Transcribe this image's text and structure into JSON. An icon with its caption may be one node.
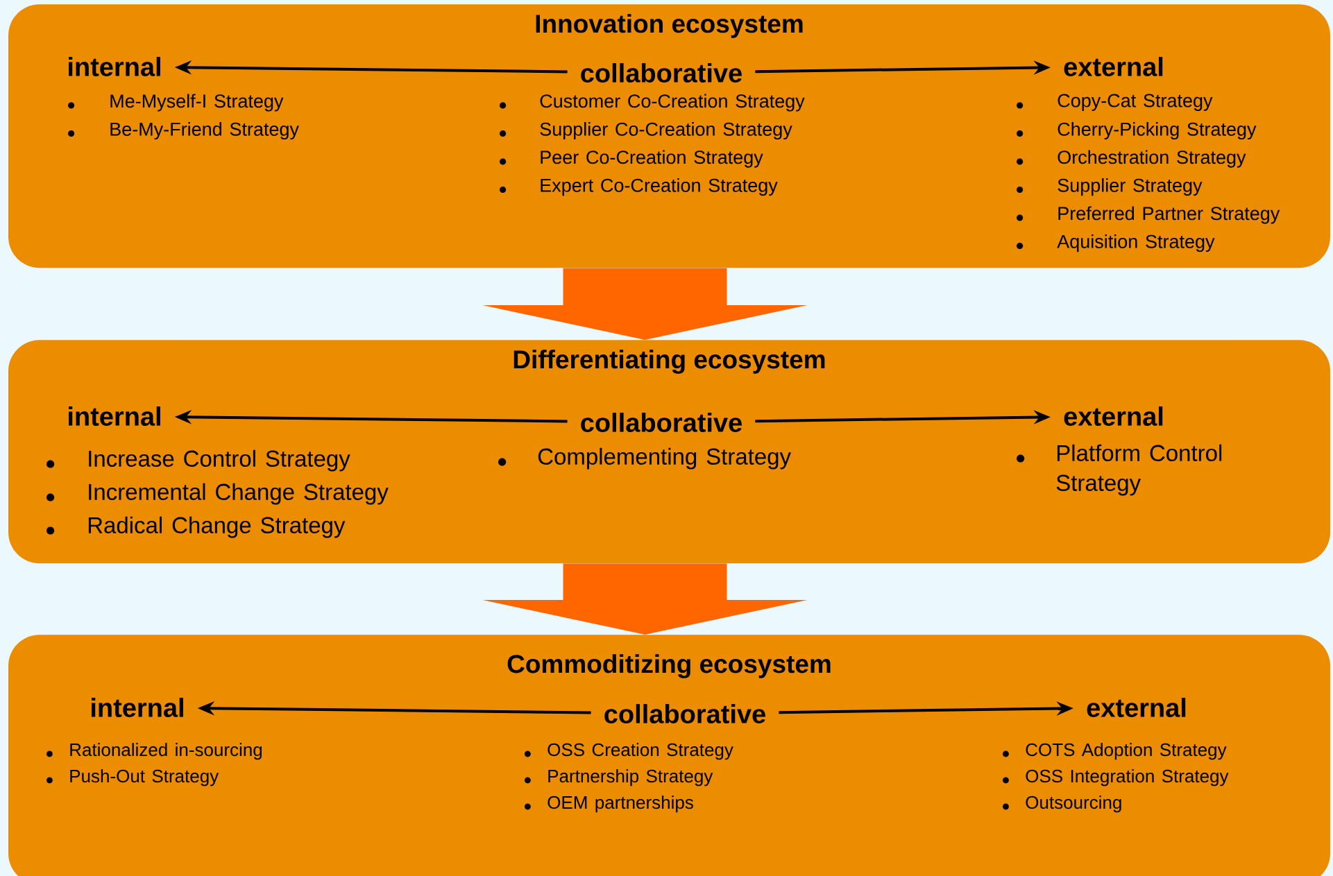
{
  "diagram": {
    "nodes": [
      {
        "text": [
          "Innovation ecosystem"
        ]
      },
      {
        "text": [
          "internal"
        ],
        "in": 0,
        "beside": [
          "Me-Myself-I Strategy",
          "Be-My-Friend Strategy"
        ]
      },
      {
        "text": [
          "collaborative"
        ],
        "in": 0,
        "beside": [
          "Customer Co-Creation Strategy",
          "Supplier Co-Creation Strategy",
          "Peer Co-Creation Strategy",
          "Expert Co-Creation Strategy"
        ]
      },
      {
        "text": [
          "external"
        ],
        "in": 0,
        "beside": [
          "Copy-Cat Strategy",
          "Cherry-Picking Strategy",
          "Orchestration Strategy",
          "Supplier Strategy",
          "Preferred Partner Strategy",
          "Aquisition Strategy"
        ]
      },
      {
        "text": [
          "Differentiating ecosystem"
        ]
      },
      {
        "text": [
          "internal"
        ],
        "in": 4,
        "beside": [
          "Increase Control Strategy",
          "Incremental Change Strategy",
          "Radical Change Strategy"
        ]
      },
      {
        "text": [
          "collaborative"
        ],
        "in": 4,
        "beside": [
          "Complementing Strategy"
        ]
      },
      {
        "text": [
          "external"
        ],
        "in": 4,
        "beside": [
          "Platform Control Strategy"
        ]
      },
      {
        "text": [
          "Commoditizing ecosystem"
        ]
      },
      {
        "text": [
          "internal"
        ],
        "in": 8,
        "beside": [
          "Rationalized in-sourcing",
          "Push-Out Strategy"
        ]
      },
      {
        "text": [
          "collaborative"
        ],
        "in": 8,
        "beside": [
          "OSS Creation Strategy",
          "Partnership Strategy",
          "OEM partnerships"
        ]
      },
      {
        "text": [
          "external"
        ],
        "in": 8,
        "beside": [
          "COTS Adoption Strategy",
          "OSS Integration Strategy",
          "Outsourcing"
        ]
      }
    ],
    "edges": [
      {
        "from": 2,
        "to": 1,
        "arrow": "to"
      },
      {
        "from": 2,
        "to": 3,
        "arrow": "to"
      },
      {
        "from": 6,
        "to": 5,
        "arrow": "to"
      },
      {
        "from": 6,
        "to": 7,
        "arrow": "to"
      },
      {
        "from": 10,
        "to": 9,
        "arrow": "to"
      },
      {
        "from": 10,
        "to": 11,
        "arrow": "to"
      },
      {
        "from": 0,
        "to": 4,
        "arrow": "to",
        "style": "thick",
        "color": "#ff6600"
      },
      {
        "from": 4,
        "to": 8,
        "arrow": "to",
        "style": "thick",
        "color": "#ff6600"
      }
    ]
  }
}
